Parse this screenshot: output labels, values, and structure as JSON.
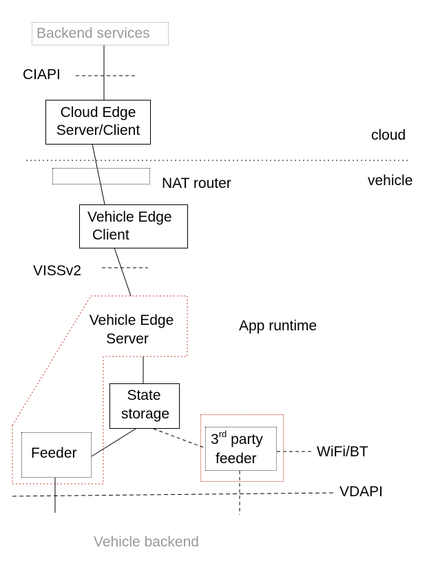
{
  "labels": {
    "backend_services": "Backend services",
    "ciapi": "CIAPI",
    "cloud_edge_line1": "Cloud Edge",
    "cloud_edge_line2": "Server/Client",
    "cloud": "cloud",
    "vehicle": "vehicle",
    "nat_router": "NAT router",
    "vehicle_edge_client_line1": "Vehicle Edge",
    "vehicle_edge_client_line2": "Client",
    "vissv2": "VISSv2",
    "vehicle_edge_server_line1": "Vehicle Edge",
    "vehicle_edge_server_line2": "Server",
    "app_runtime": "App runtime",
    "state_storage_line1": "State",
    "state_storage_line2": "storage",
    "third_party_number": "3",
    "third_party_superscript": "rd",
    "third_party_rest": " party",
    "third_party_line2": "feeder",
    "feeder": "Feeder",
    "wifi_bt": "WiFi/BT",
    "vdapi": "VDAPI",
    "vehicle_backend": "Vehicle backend"
  },
  "colors": {
    "grey_text": "#999999",
    "red_border": "#c0392b",
    "line": "#000000"
  }
}
